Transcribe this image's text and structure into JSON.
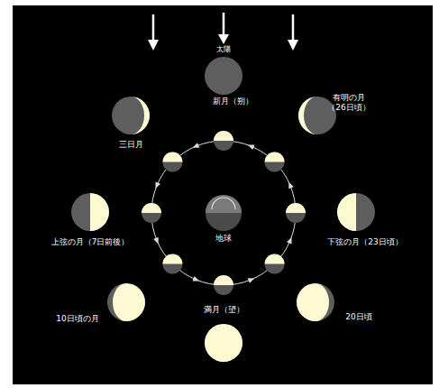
{
  "diagram": {
    "nodes": [
      {
        "text": [
          "新月（朔）"
        ]
      },
      {
        "text": [
          "三日月"
        ]
      },
      {
        "text": [
          "有明の月 （26日頃）"
        ]
      },
      {
        "text": [
          "上弦の月（7日前後）"
        ]
      },
      {
        "text": [
          "地球"
        ]
      },
      {
        "text": [
          "下弦の月（23日頃）"
        ]
      },
      {
        "text": [
          "10日頃の月"
        ]
      },
      {
        "text": [
          "20日頃"
        ]
      },
      {
        "text": [
          "満月（望）"
        ]
      }
    ],
    "labels": [
      "太陽"
    ]
  }
}
